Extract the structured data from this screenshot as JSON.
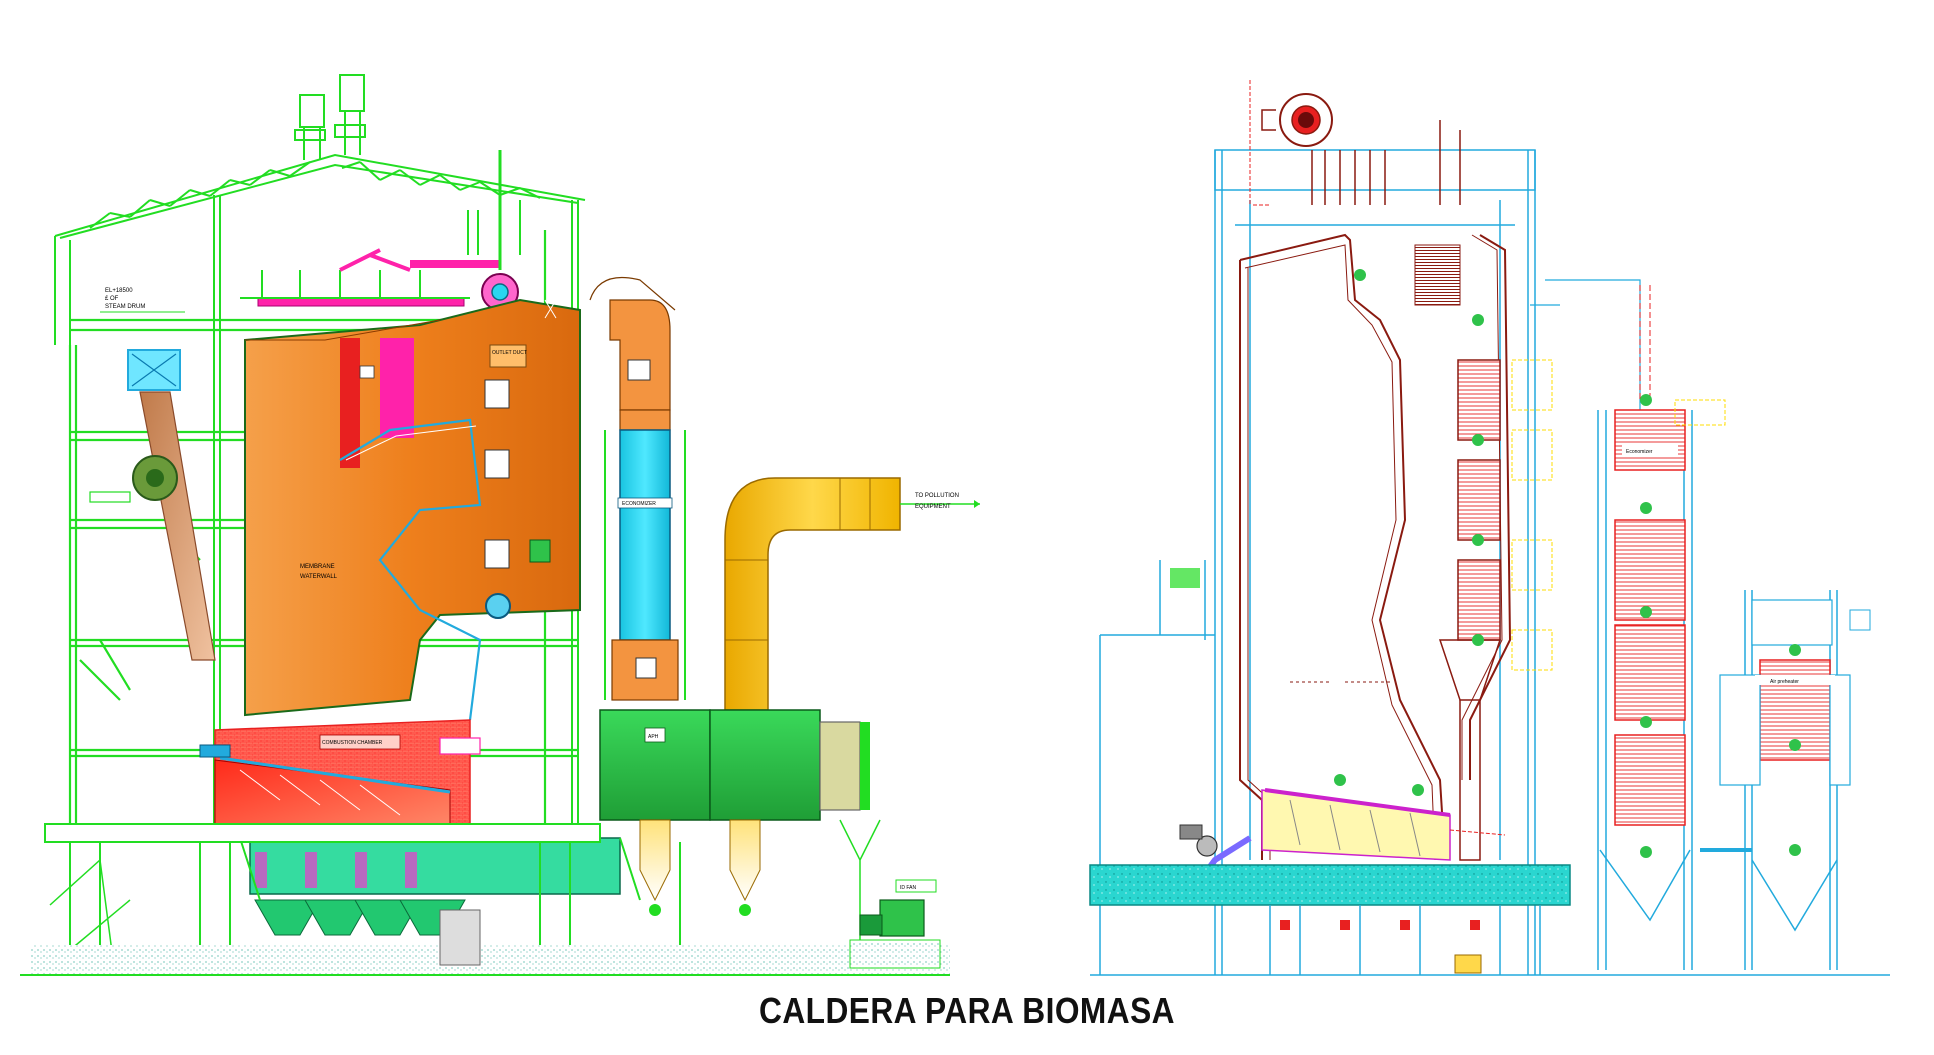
{
  "caption": "CALDERA PARA BIOMASA",
  "left_drawing": {
    "labels": {
      "elevation_main": "EL+18500",
      "elevation_sub": "£ OF",
      "steam_drum": "STEAM DRUM",
      "outlet_duct": "OUTLET DUCT",
      "to_pollution": "TO POLLUTION",
      "equipment": "EQUIPMENT",
      "economizer": "ECONOMIZER",
      "membrane": "MEMBRANE",
      "waterwall": "WATERWALL",
      "combustion_chamber": "COMBUSTION CHAMBER",
      "air_preheater": "APH",
      "fan": "ID FAN"
    }
  },
  "right_drawing": {
    "labels": {
      "economizer": "Economizer",
      "air_preheater": "Air preheater"
    }
  },
  "colors": {
    "structure": "#22dd22",
    "furnace": "#f08a24",
    "duct_yellow": "#ffc21a",
    "economizer_blue": "#22d8f0",
    "heater_green": "#2fc24a",
    "grate_red": "#ff3b2a",
    "foundation": "#26c8c0",
    "pipe_magenta": "#ff22aa",
    "pipe_brown": "#8a1a10",
    "pipe_red": "#e82020"
  }
}
